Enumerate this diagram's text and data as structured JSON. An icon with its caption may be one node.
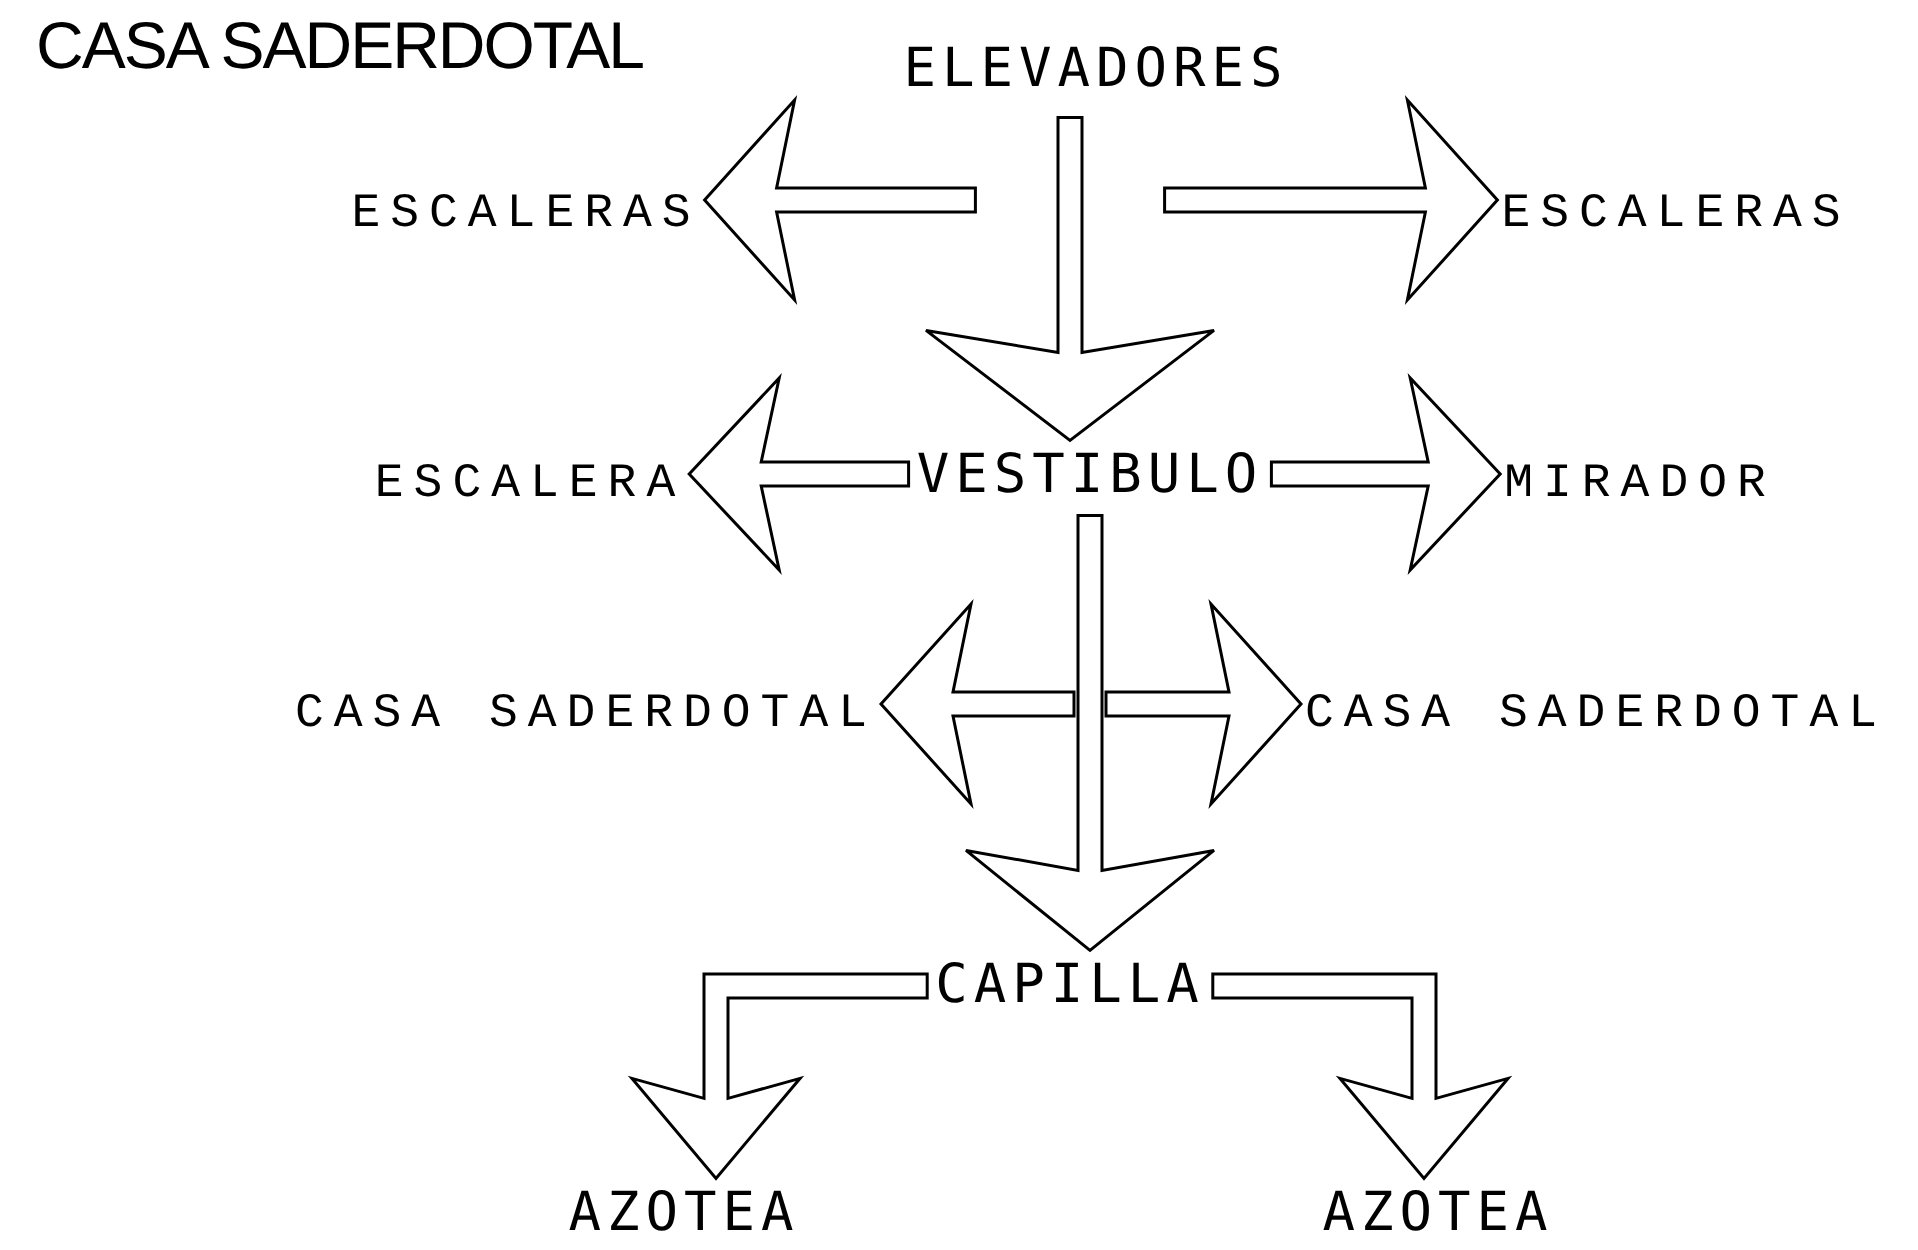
{
  "diagram": {
    "title": "CASA SADERDOTAL",
    "nodes": [
      {
        "text": [
          "ELEVADORES"
        ]
      },
      {
        "text": [
          "ESCALERAS"
        ]
      },
      {
        "text": [
          "ESCALERAS"
        ]
      },
      {
        "text": [
          "VESTIBULO"
        ]
      },
      {
        "text": [
          "ESCALERA"
        ]
      },
      {
        "text": [
          "MIRADOR"
        ]
      },
      {
        "text": [
          "CASA SADERDOTAL"
        ]
      },
      {
        "text": [
          "CASA SADERDOTAL"
        ]
      },
      {
        "text": [
          "CAPILLA"
        ]
      },
      {
        "text": [
          "AZOTEA"
        ]
      },
      {
        "text": [
          "AZOTEA"
        ]
      }
    ],
    "edges": [
      {
        "from": 0,
        "to": 1,
        "arrow": "to"
      },
      {
        "from": 0,
        "to": 2,
        "arrow": "to"
      },
      {
        "from": 0,
        "to": 3,
        "arrow": "to"
      },
      {
        "from": 3,
        "to": 4,
        "arrow": "to"
      },
      {
        "from": 3,
        "to": 5,
        "arrow": "to"
      },
      {
        "from": 3,
        "to": 8,
        "arrow": "to"
      },
      {
        "from": 3,
        "to": 6,
        "arrow": "to"
      },
      {
        "from": 3,
        "to": 7,
        "arrow": "to"
      },
      {
        "from": 8,
        "to": 9,
        "arrow": "to"
      },
      {
        "from": 8,
        "to": 10,
        "arrow": "to"
      }
    ]
  }
}
